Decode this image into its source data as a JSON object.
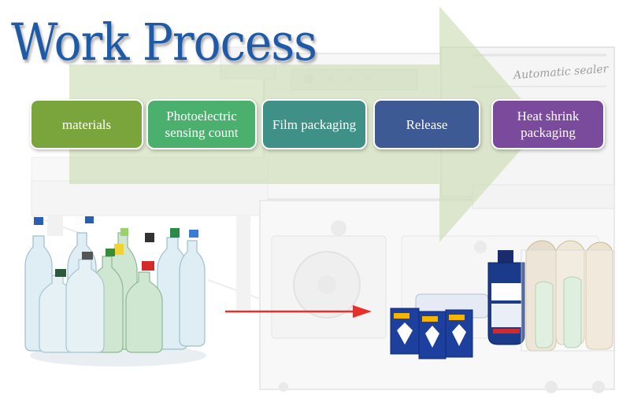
{
  "title": "Work Process",
  "machine_label": "Automatic sealer",
  "steps": [
    {
      "label": "materials",
      "color": "#7aa53d"
    },
    {
      "label": "Photoelectric sensing count",
      "color": "#4bb06e"
    },
    {
      "label": "Film packaging",
      "color": "#3f9187"
    },
    {
      "label": "Release",
      "color": "#3d5a95"
    },
    {
      "label": "Heat shrink packaging",
      "color": "#7a4a9c"
    }
  ],
  "colors": {
    "title": "#1f5aa6",
    "arrow_fill": "#c9dcb1",
    "flow_arrow": "#e8302a"
  }
}
